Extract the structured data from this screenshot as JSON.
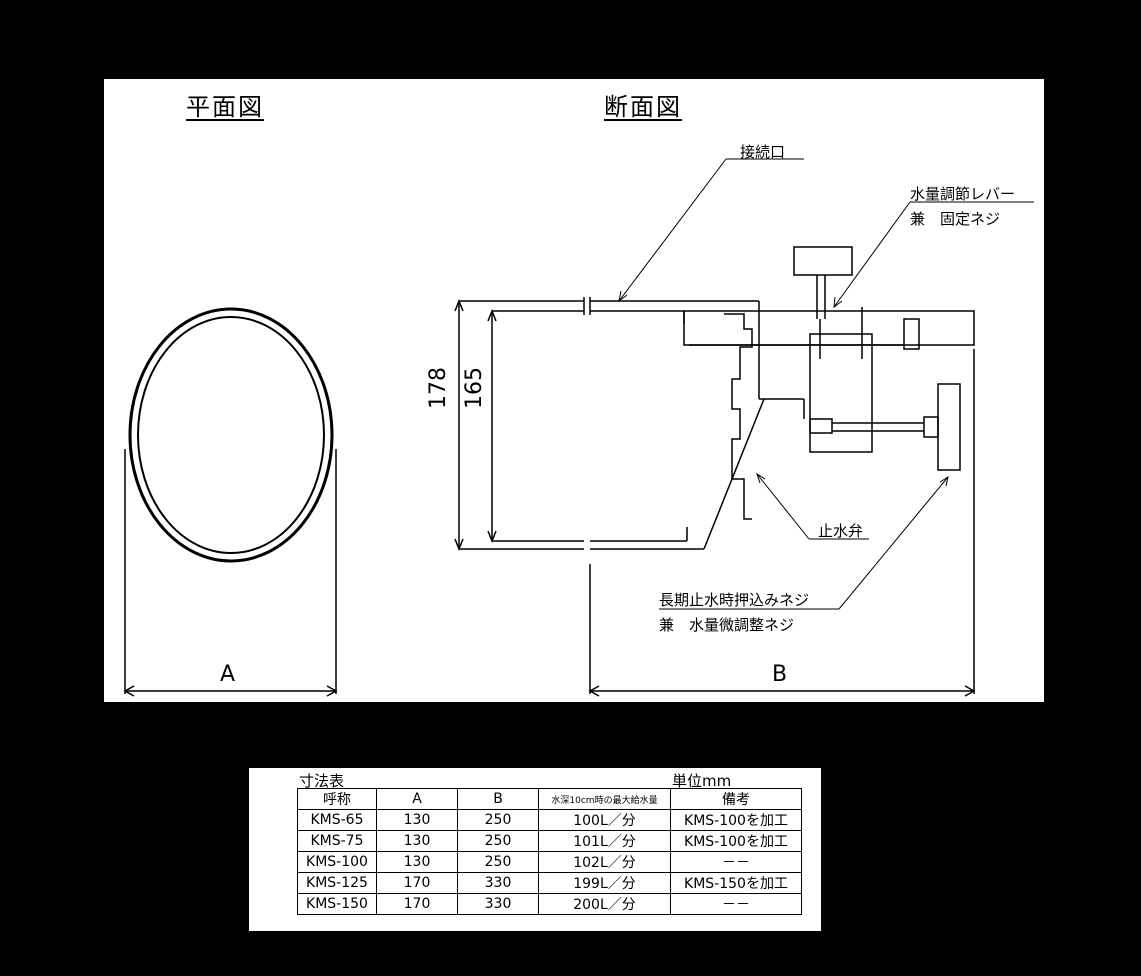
{
  "plan_view": {
    "title": "平面図",
    "dim_label": "A"
  },
  "section_view": {
    "title": "断面図",
    "dim_label": "B",
    "height_outer": "178",
    "height_inner": "165",
    "callouts": {
      "inlet": "接続口",
      "lever_line1": "水量調節レバー",
      "lever_line2": "兼　固定ネジ",
      "stop_valve": "止水弁",
      "screw_line1": "長期止水時押込みネジ",
      "screw_line2": "兼　水量微調整ネジ"
    }
  },
  "dimension_table": {
    "caption": "寸法表",
    "unit": "単位mm",
    "headers": [
      "呼称",
      "A",
      "B",
      "水深10cm時の最大給水量",
      "備考"
    ],
    "rows": [
      [
        "KMS-65",
        "130",
        "250",
        "100L／分",
        "KMS-100を加工"
      ],
      [
        "KMS-75",
        "130",
        "250",
        "101L／分",
        "KMS-100を加工"
      ],
      [
        "KMS-100",
        "130",
        "250",
        "102L／分",
        "－－"
      ],
      [
        "KMS-125",
        "170",
        "330",
        "199L／分",
        "KMS-150を加工"
      ],
      [
        "KMS-150",
        "170",
        "330",
        "200L／分",
        "－－"
      ]
    ]
  }
}
